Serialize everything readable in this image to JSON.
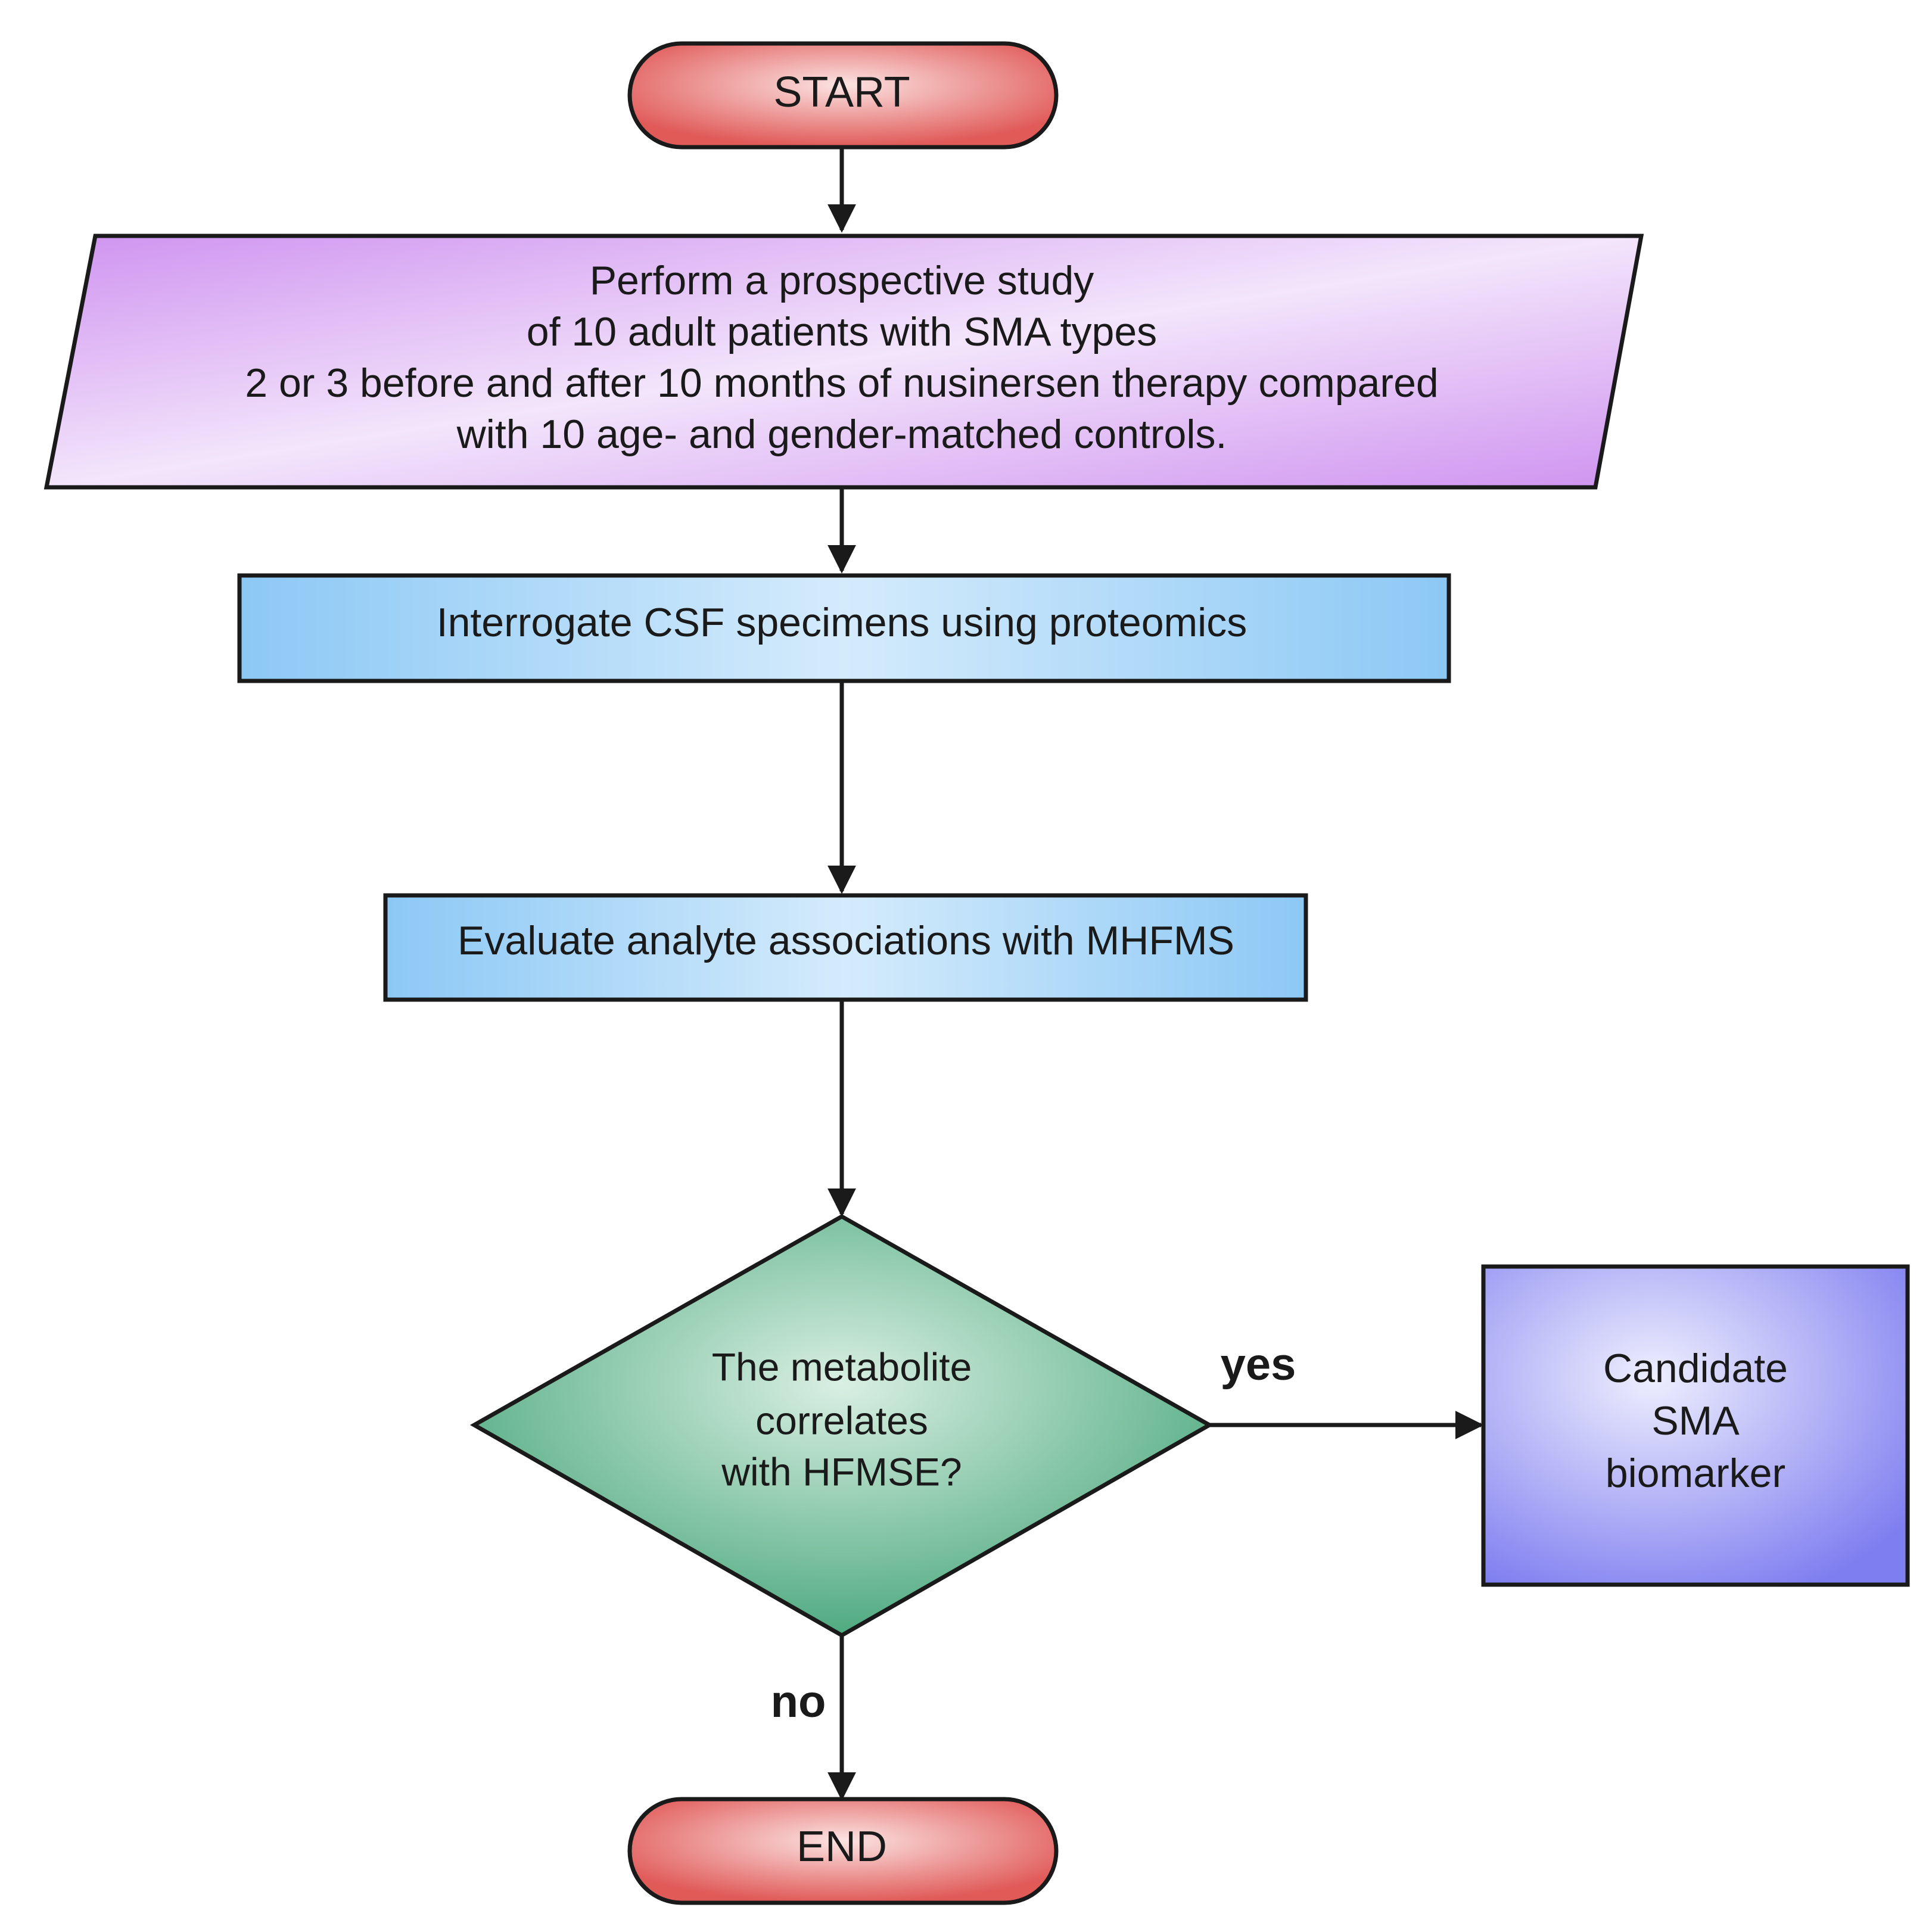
{
  "nodes": {
    "start": {
      "label": "START"
    },
    "study": {
      "lines": [
        "Perform a prospective study",
        "of 10 adult patients with SMA types",
        "2 or 3 before and after 10 months of nusinersen therapy compared",
        "with 10 age- and gender-matched controls."
      ]
    },
    "interrogate": {
      "label": "Interrogate CSF specimens using proteomics"
    },
    "evaluate": {
      "label": "Evaluate analyte associations with MHFMS"
    },
    "decision": {
      "lines": [
        "The metabolite",
        "correlates",
        "with HFMSE?"
      ]
    },
    "candidate": {
      "lines": [
        "Candidate",
        "SMA",
        "biomarker"
      ]
    },
    "end": {
      "label": "END"
    }
  },
  "edges": {
    "yes_label": "yes",
    "no_label": "no"
  },
  "colors": {
    "terminal": "#e05a58",
    "io": "#cf93f0",
    "process": "#8cc8f5",
    "decision": "#4faa80",
    "result": "#7f7ef0",
    "stroke": "#1a1a1a"
  }
}
